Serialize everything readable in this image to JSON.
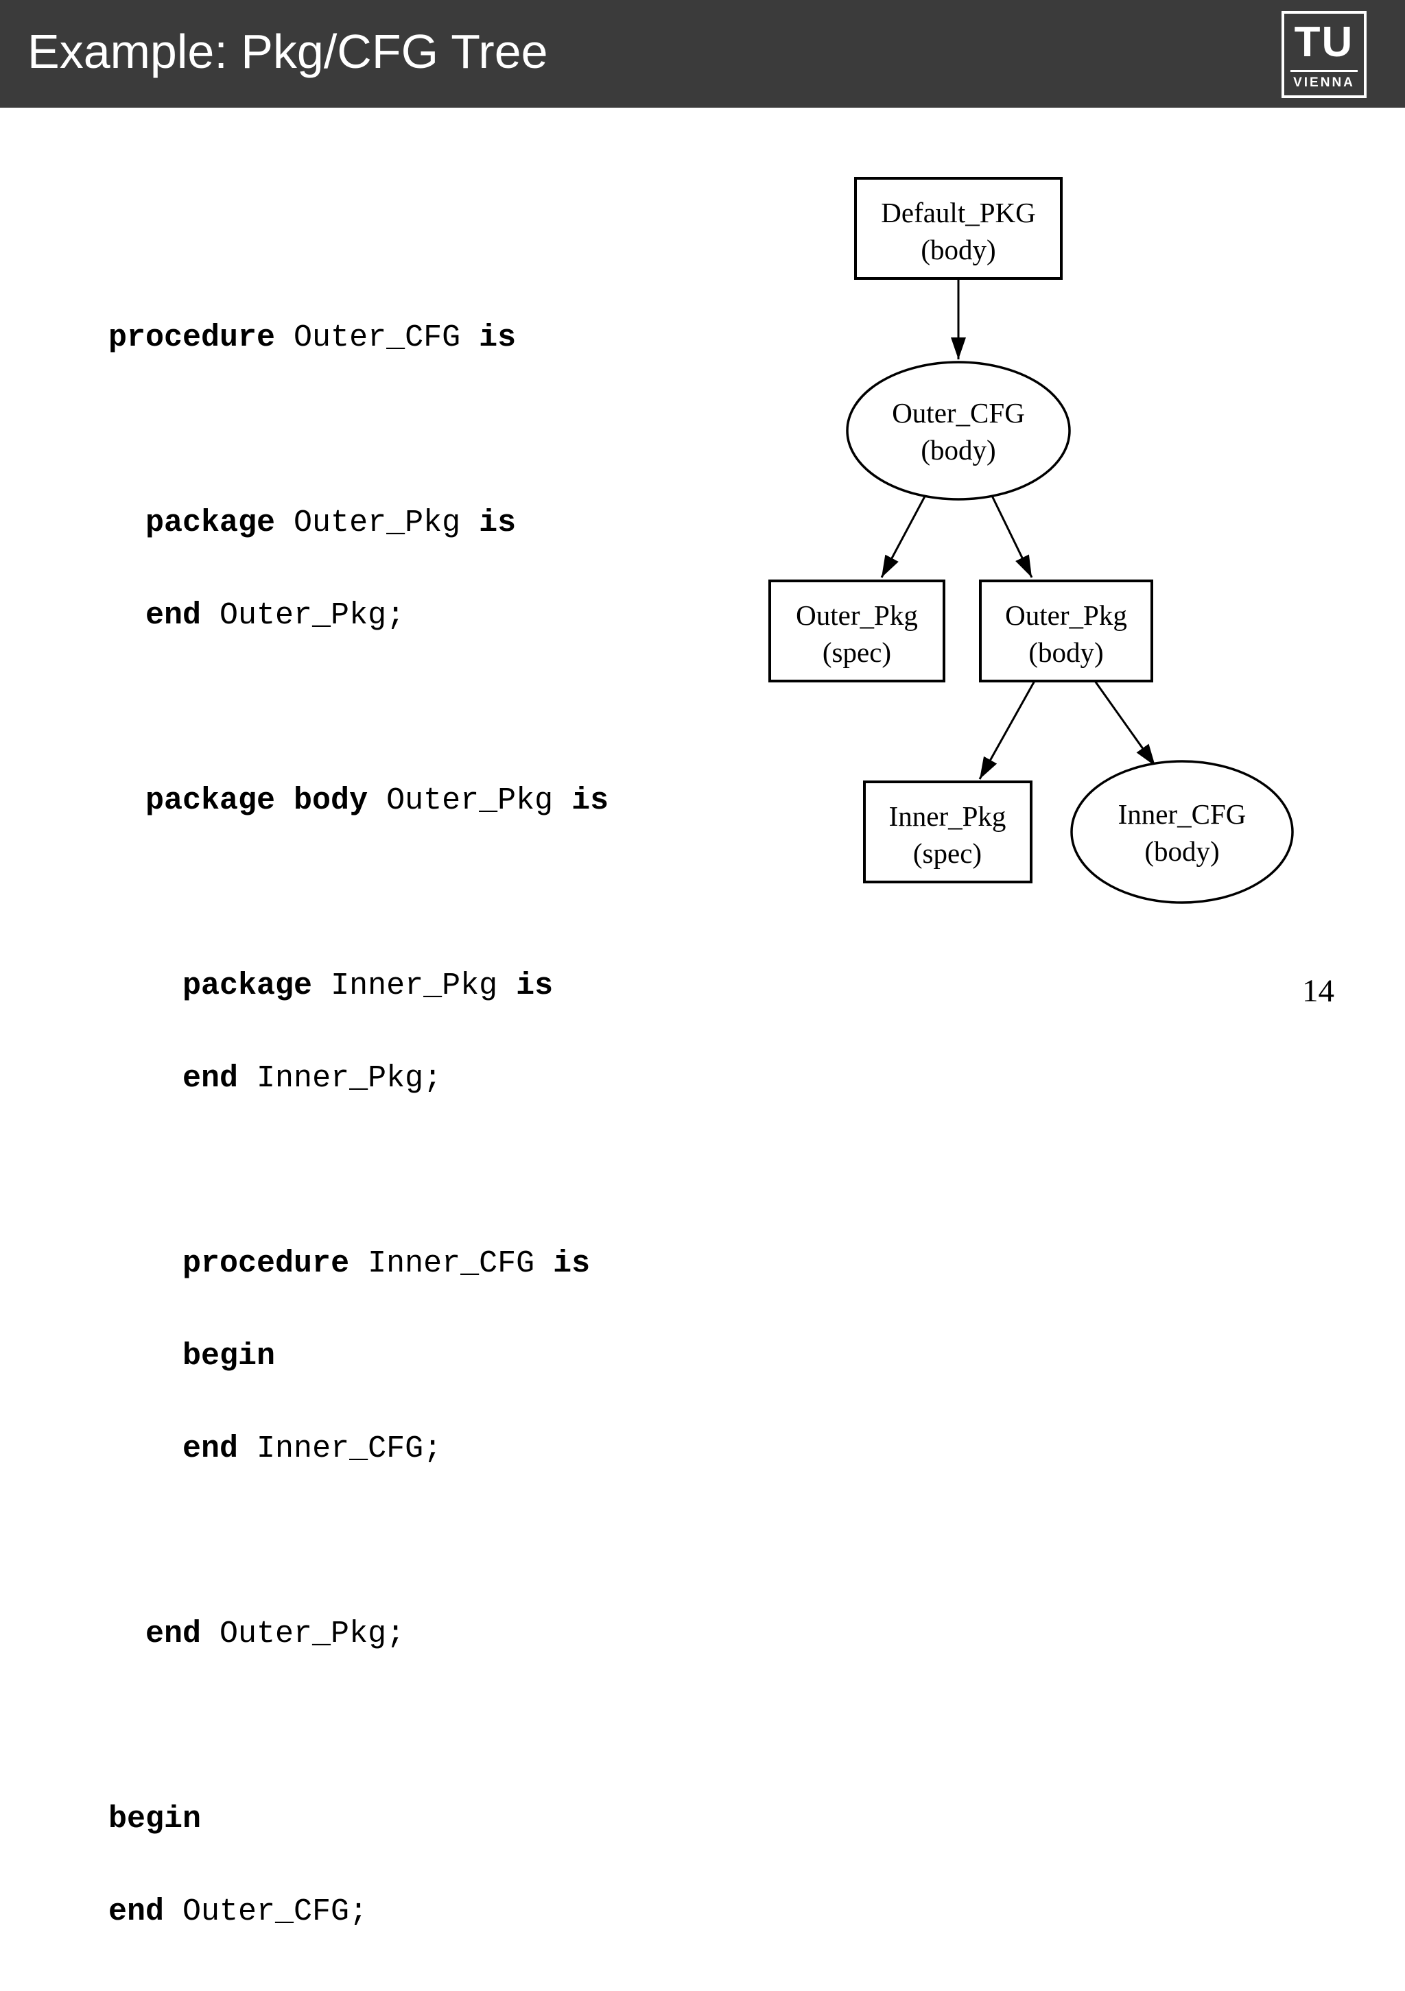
{
  "slide": {
    "title": "Example: Pkg/CFG Tree",
    "page_number": "14"
  },
  "logo": {
    "acronym": "TU",
    "city": "VIENNA"
  },
  "colors": {
    "header_bg": "#3b3b3b",
    "header_text": "#ffffff",
    "slide_bg": "#ffffff",
    "ink": "#000000"
  },
  "code": {
    "lines": [
      {
        "segments": [
          {
            "text": "procedure"
          },
          {
            "text": " Outer_CFG "
          },
          {
            "text": "is"
          }
        ]
      },
      {
        "segments": []
      },
      {
        "segments": [
          {
            "text": "  "
          },
          {
            "text": "package"
          },
          {
            "text": " Outer_Pkg "
          },
          {
            "text": "is"
          }
        ]
      },
      {
        "segments": [
          {
            "text": "  "
          },
          {
            "text": "end"
          },
          {
            "text": " Outer_Pkg;"
          }
        ]
      },
      {
        "segments": []
      },
      {
        "segments": [
          {
            "text": "  "
          },
          {
            "text": "package body"
          },
          {
            "text": " Outer_Pkg "
          },
          {
            "text": "is"
          }
        ]
      },
      {
        "segments": []
      },
      {
        "segments": [
          {
            "text": "    "
          },
          {
            "text": "package"
          },
          {
            "text": " Inner_Pkg "
          },
          {
            "text": "is"
          }
        ]
      },
      {
        "segments": [
          {
            "text": "    "
          },
          {
            "text": "end"
          },
          {
            "text": " Inner_Pkg;"
          }
        ]
      },
      {
        "segments": []
      },
      {
        "segments": [
          {
            "text": "    "
          },
          {
            "text": "procedure"
          },
          {
            "text": " Inner_CFG "
          },
          {
            "text": "is"
          }
        ]
      },
      {
        "segments": [
          {
            "text": "    "
          },
          {
            "text": "begin"
          }
        ]
      },
      {
        "segments": [
          {
            "text": "    "
          },
          {
            "text": "end"
          },
          {
            "text": " Inner_CFG;"
          }
        ]
      },
      {
        "segments": []
      },
      {
        "segments": [
          {
            "text": "  "
          },
          {
            "text": "end"
          },
          {
            "text": " Outer_Pkg;"
          }
        ]
      },
      {
        "segments": []
      },
      {
        "segments": [
          {
            "text": "begin"
          }
        ]
      },
      {
        "segments": [
          {
            "text": "end"
          },
          {
            "text": " Outer_CFG;"
          }
        ]
      }
    ]
  },
  "diagram": {
    "type": "tree",
    "nodes": [
      {
        "id": "default_pkg",
        "shape": "box",
        "label": "Default_PKG",
        "sub": "(body)"
      },
      {
        "id": "outer_cfg",
        "shape": "ellipse",
        "label": "Outer_CFG",
        "sub": "(body)"
      },
      {
        "id": "outer_pkg_spec",
        "shape": "box",
        "label": "Outer_Pkg",
        "sub": "(spec)"
      },
      {
        "id": "outer_pkg_body",
        "shape": "box",
        "label": "Outer_Pkg",
        "sub": "(body)"
      },
      {
        "id": "inner_pkg_spec",
        "shape": "box",
        "label": "Inner_Pkg",
        "sub": "(spec)"
      },
      {
        "id": "inner_cfg",
        "shape": "ellipse",
        "label": "Inner_CFG",
        "sub": "(body)"
      }
    ],
    "edges": [
      {
        "from": "default_pkg",
        "to": "outer_cfg"
      },
      {
        "from": "outer_cfg",
        "to": "outer_pkg_spec"
      },
      {
        "from": "outer_cfg",
        "to": "outer_pkg_body"
      },
      {
        "from": "outer_pkg_body",
        "to": "inner_pkg_spec"
      },
      {
        "from": "outer_pkg_body",
        "to": "inner_cfg"
      }
    ]
  }
}
